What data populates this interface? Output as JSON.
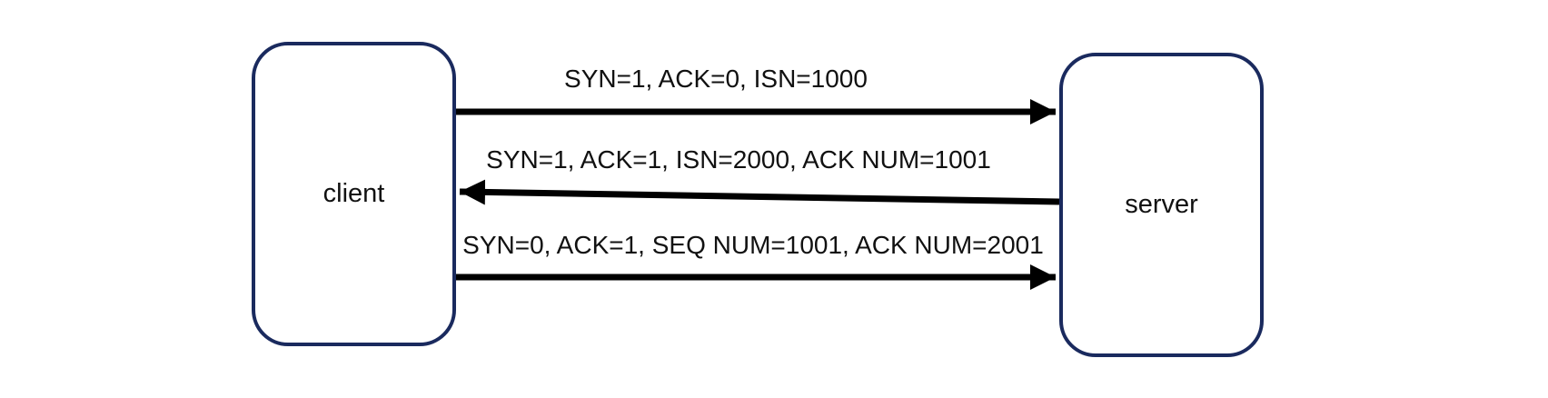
{
  "diagram": {
    "nodes": {
      "client": {
        "label": "client"
      },
      "server": {
        "label": "server"
      }
    },
    "messages": [
      {
        "from": "client",
        "to": "server",
        "label": "SYN=1, ACK=0, ISN=1000"
      },
      {
        "from": "server",
        "to": "client",
        "label": "SYN=1, ACK=1, ISN=2000, ACK NUM=1001"
      },
      {
        "from": "client",
        "to": "server",
        "label": "SYN=0, ACK=1, SEQ NUM=1001,  ACK NUM=2001"
      }
    ]
  },
  "colors": {
    "node_border": "#1a2a5e",
    "arrow": "#000000",
    "text": "#111111"
  }
}
